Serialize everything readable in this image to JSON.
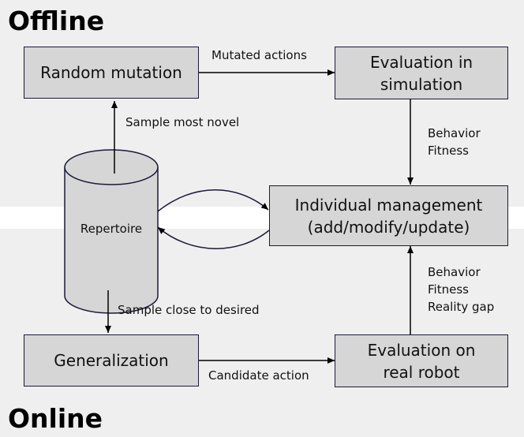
{
  "sections": {
    "offline": "Offline",
    "online": "Online"
  },
  "boxes": {
    "random_mutation": "Random mutation",
    "evaluation_simulation": [
      "Evaluation in",
      "simulation"
    ],
    "individual_management": [
      "Individual management",
      "(add/modify/update)"
    ],
    "generalization": "Generalization",
    "evaluation_real_robot": [
      "Evaluation on",
      "real robot"
    ]
  },
  "repertoire": "Repertoire",
  "edge_labels": {
    "mutated_actions": "Mutated actions",
    "sample_most_novel": "Sample most novel",
    "sim_feedback": [
      "Behavior",
      "Fitness"
    ],
    "sample_close_to_desired": "Sample close to desired",
    "candidate_action": "Candidate action",
    "real_feedback": [
      "Behavior",
      "Fitness",
      "Reality gap"
    ]
  },
  "colors": {
    "box_fill": "#d6d6d6",
    "band_fill": "#efefef",
    "stroke": "#1a1a3a"
  }
}
